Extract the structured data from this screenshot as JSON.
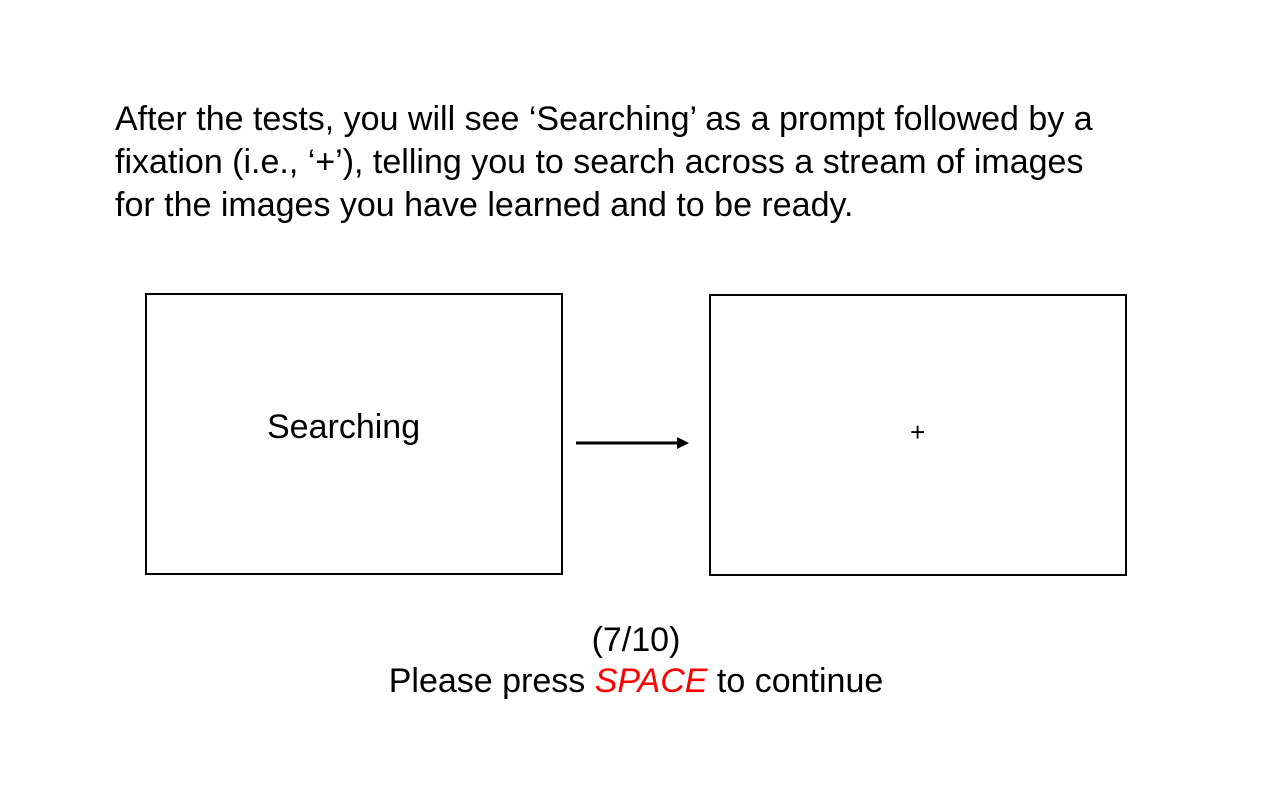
{
  "instructions": {
    "lines": [
      "After the tests, you will see ‘Searching’ as a prompt followed by a",
      "fixation (i.e., ‘+’), telling you to search across a stream of images",
      "for the images you have learned and to be ready."
    ]
  },
  "illustration": {
    "left_screen_text": "Searching",
    "right_screen_text": "+",
    "arrow_icon": "right-arrow-icon"
  },
  "footer": {
    "progress": "(7/10)",
    "prompt_before": "Please press ",
    "key_label": "SPACE",
    "prompt_after": " to continue",
    "key_color": "#ff0000"
  }
}
